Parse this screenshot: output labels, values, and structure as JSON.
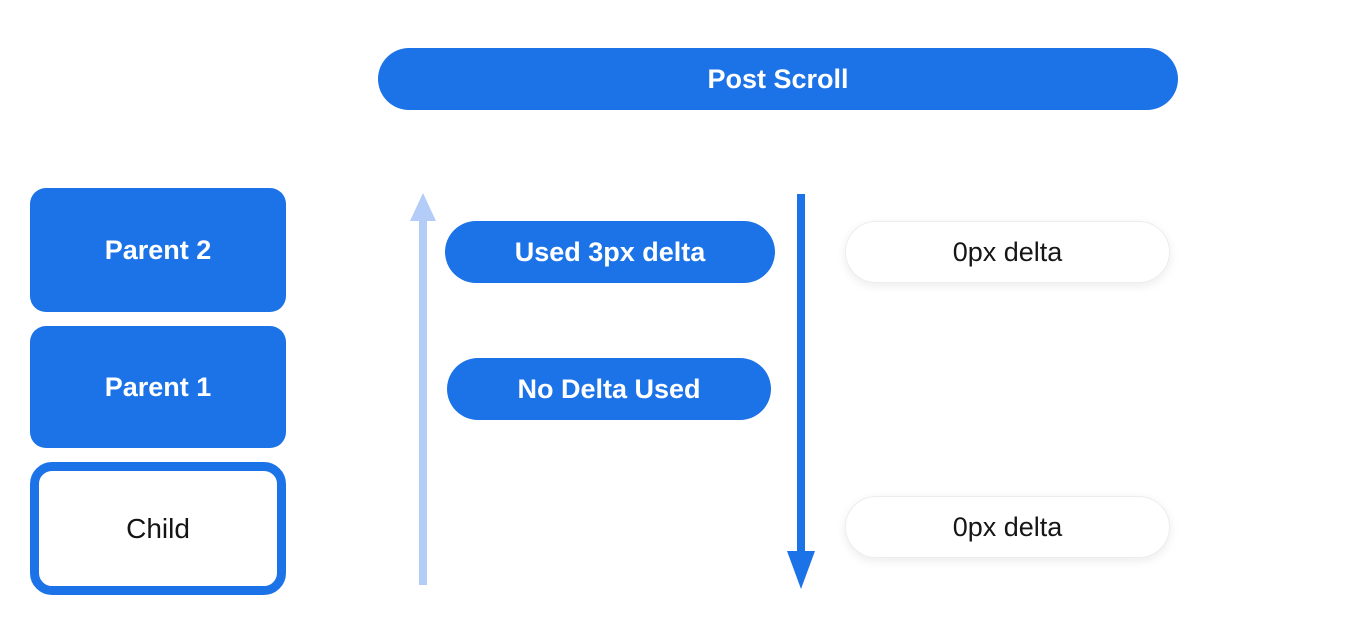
{
  "diagram": {
    "title": "Post Scroll"
  },
  "colors": {
    "primary_blue": "#1c73e8",
    "light_blue": "#b3ccf8",
    "white": "#ffffff",
    "dark_text": "#141414"
  },
  "stack": {
    "parent2_label": "Parent 2",
    "parent1_label": "Parent 1",
    "child_label": "Child"
  },
  "badges": {
    "used_delta_label": "Used 3px delta",
    "no_delta_label": "No Delta Used",
    "zero_delta_top_label": "0px delta",
    "zero_delta_bottom_label": "0px delta"
  },
  "icons": {
    "up_arrow": "consumed-scroll-up-arrow",
    "down_arrow": "scroll-delta-down-arrow"
  }
}
